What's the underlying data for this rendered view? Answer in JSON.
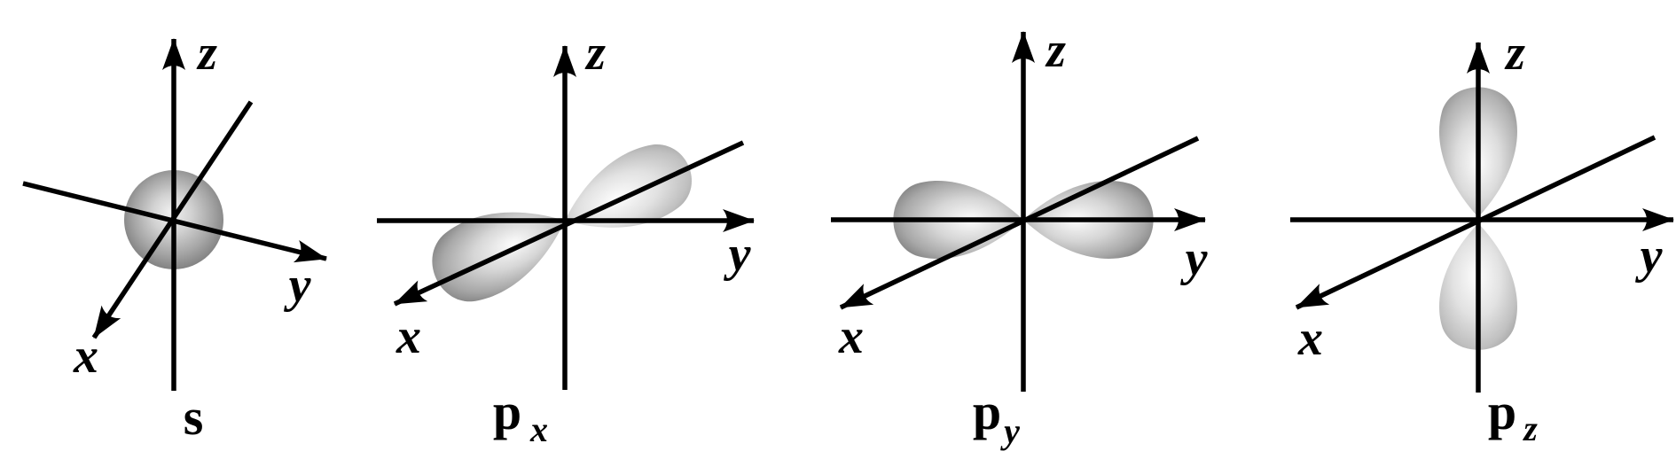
{
  "figure": {
    "background_color": "#ffffff",
    "line_color": "#000000",
    "shading": {
      "highlight": "#fcfcfc",
      "mid_gray": "#c8c8c8",
      "near_lobe_edge": "#6f6f6f",
      "far_lobe_edge": "#9b9b9b",
      "sphere_edge": "#7b7b7b"
    },
    "panels": [
      {
        "orbital": "s",
        "label": "s",
        "subscript": "",
        "shape": "sphere",
        "axes": {
          "x": "x",
          "y": "y",
          "z": "z"
        }
      },
      {
        "orbital": "px",
        "label": "p",
        "subscript": "x",
        "shape": "two-lobes-along-x",
        "axes": {
          "x": "x",
          "y": "y",
          "z": "z"
        }
      },
      {
        "orbital": "py",
        "label": "p",
        "subscript": "y",
        "shape": "two-lobes-along-y",
        "axes": {
          "x": "x",
          "y": "y",
          "z": "z"
        }
      },
      {
        "orbital": "pz",
        "label": "p",
        "subscript": "z",
        "shape": "two-lobes-along-z",
        "axes": {
          "x": "x",
          "y": "y",
          "z": "z"
        }
      }
    ]
  }
}
